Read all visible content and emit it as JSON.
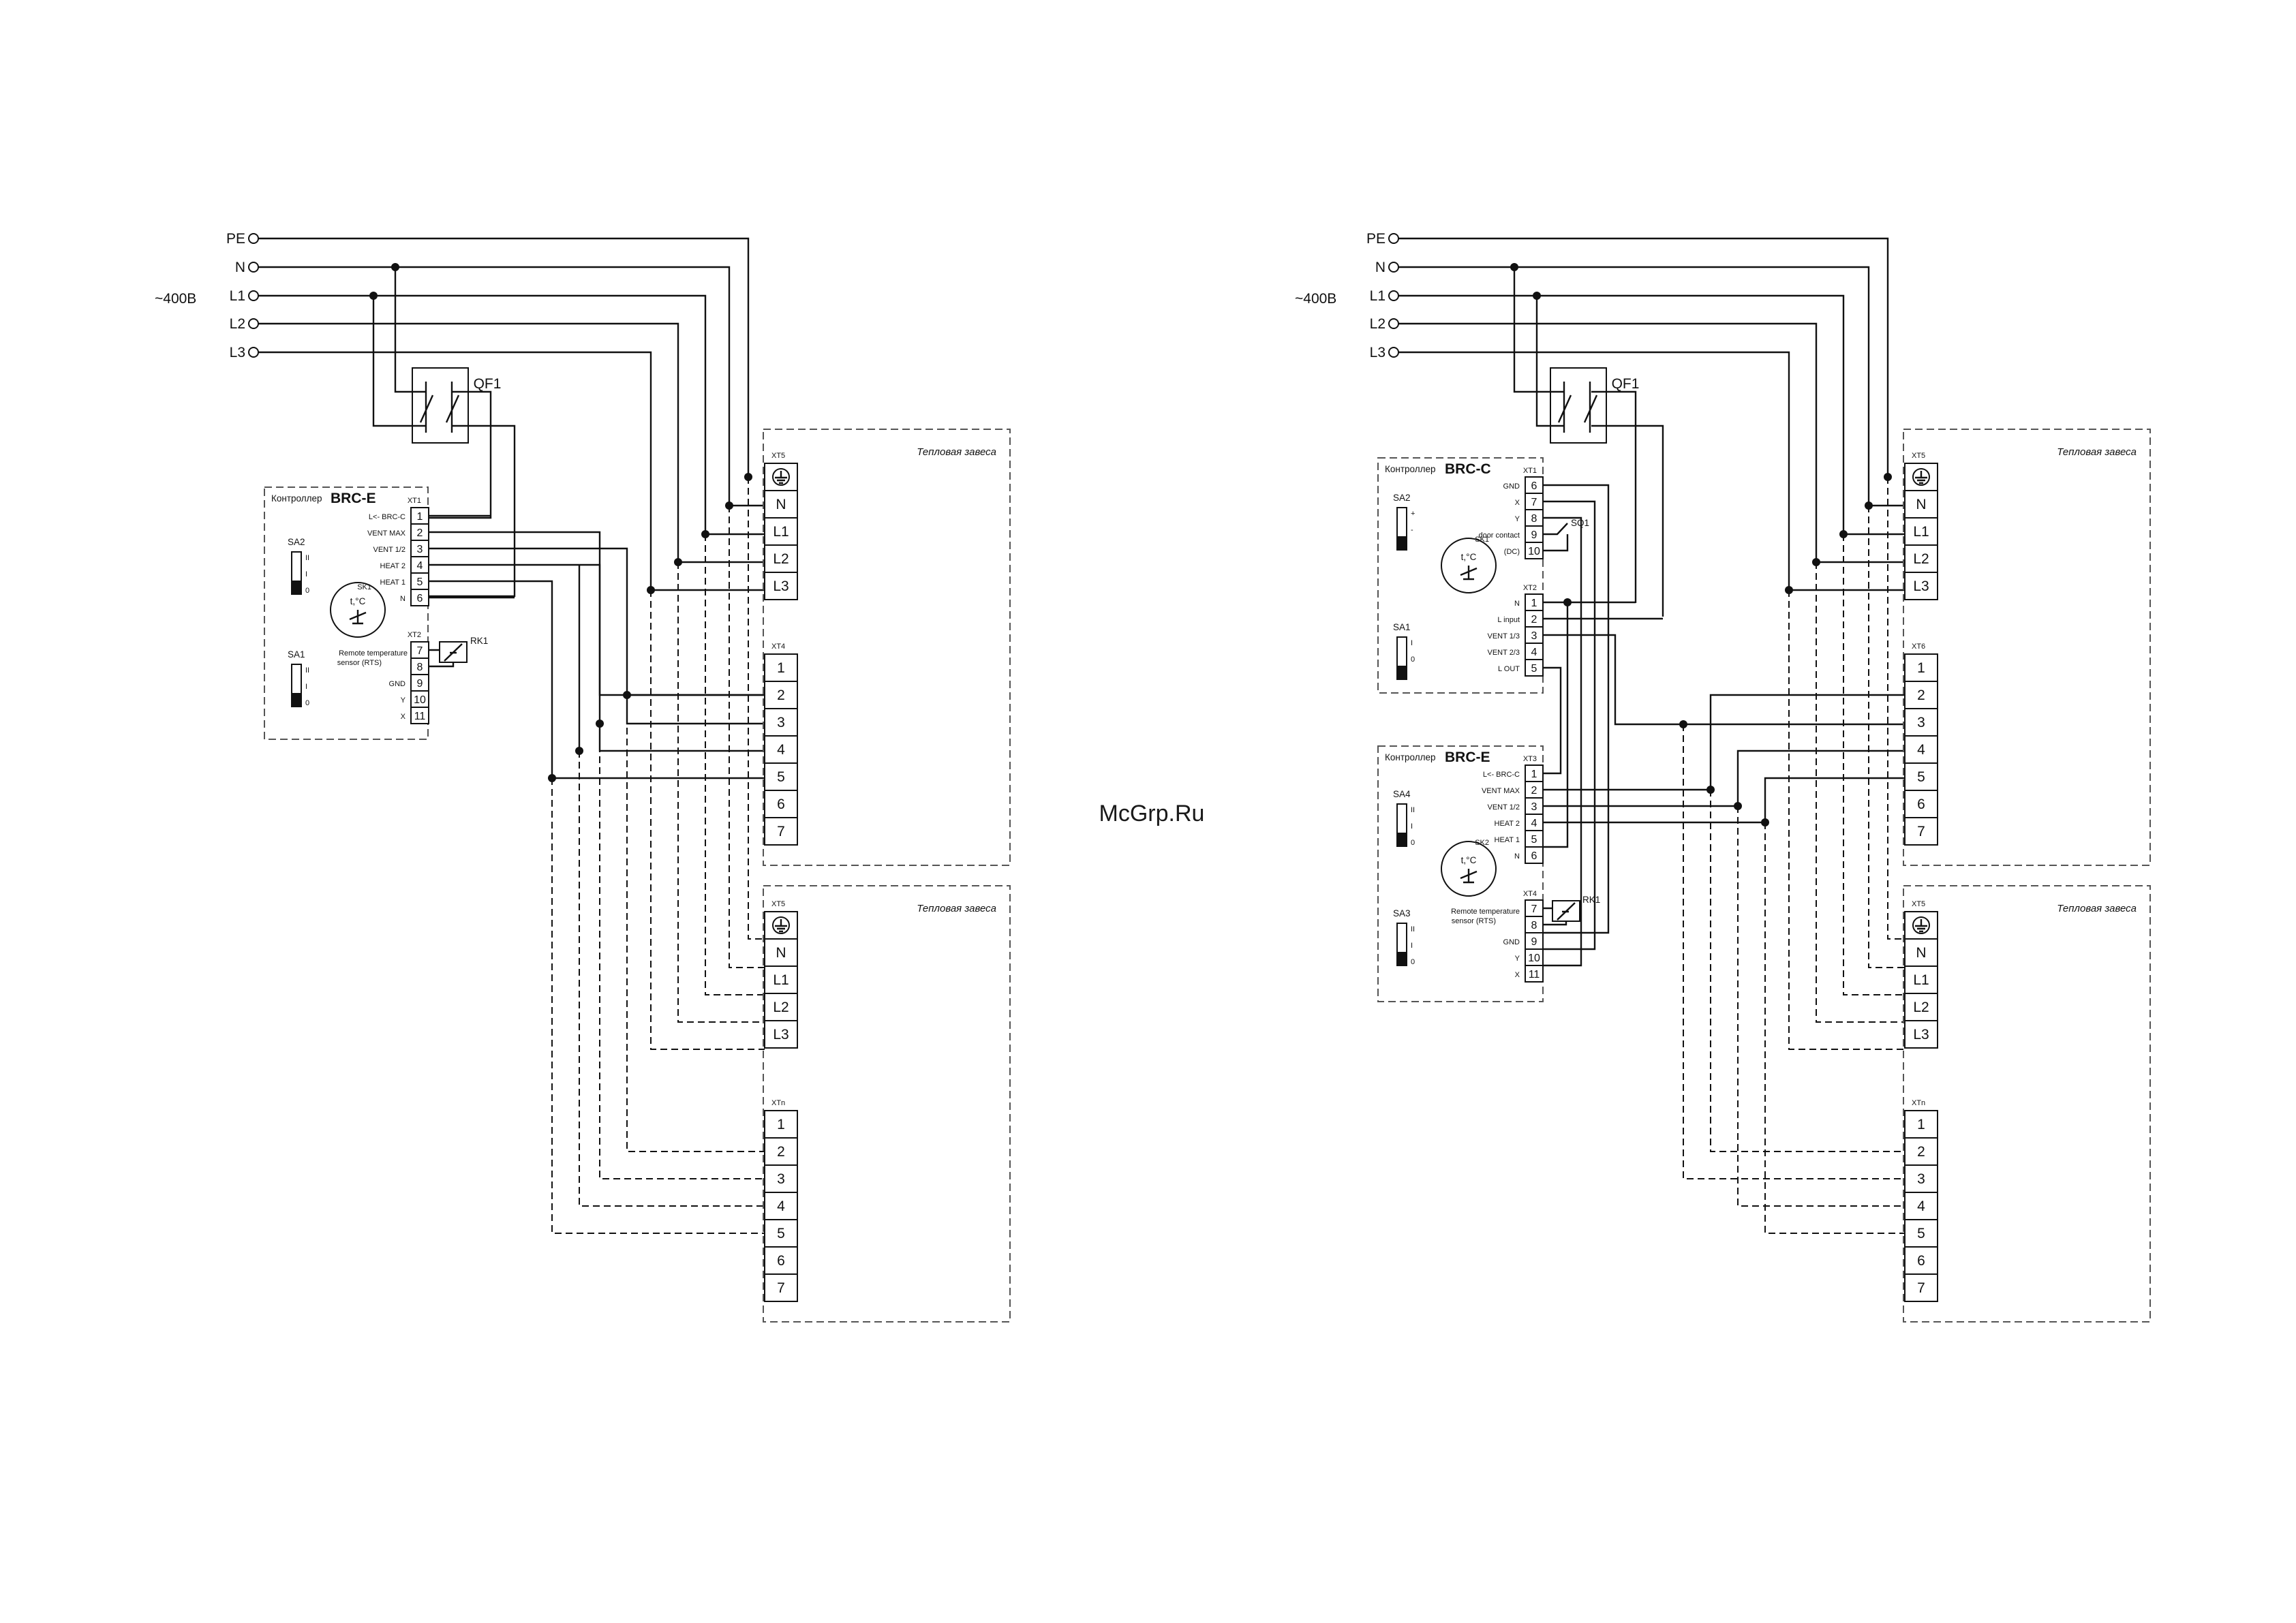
{
  "voltage_label": "~400В",
  "supply_lines": [
    "PE",
    "N",
    "L1",
    "L2",
    "L3"
  ],
  "breaker": "QF1",
  "controller_prefix": "Контроллер",
  "curtain_label": "Тепловая завеса",
  "watermark": "McGrp.Ru",
  "left": {
    "controller_name": "BRC-E",
    "xt1": {
      "name": "XT1",
      "rows": [
        {
          "label": "L<- BRC-C",
          "num": "1"
        },
        {
          "label": "VENT MAX",
          "num": "2"
        },
        {
          "label": "VENT 1/2",
          "num": "3"
        },
        {
          "label": "HEAT 2",
          "num": "4"
        },
        {
          "label": "HEAT 1",
          "num": "5"
        },
        {
          "label": "N",
          "num": "6"
        }
      ]
    },
    "xt2": {
      "name": "XT2",
      "rows": [
        {
          "label": "",
          "num": "7"
        },
        {
          "label": "",
          "num": "8"
        },
        {
          "label": "GND",
          "num": "9"
        },
        {
          "label": "Y",
          "num": "10"
        },
        {
          "label": "X",
          "num": "11"
        }
      ]
    },
    "sk1": "SK1",
    "sensor_symbol": "t,°C",
    "rts_label": [
      "Remote temperature",
      "sensor (RTS)"
    ],
    "rk1": "RK1",
    "switches": [
      {
        "name": "SA2",
        "marks": [
          "II",
          "I",
          "0"
        ]
      },
      {
        "name": "SA1",
        "marks": [
          "II",
          "I",
          "0"
        ]
      }
    ],
    "unit1": {
      "xt5": "XT5",
      "xt4": "XT4"
    },
    "unit2": {
      "xt5": "XT5",
      "xtn": "XTn"
    }
  },
  "right": {
    "controller_c": {
      "name": "BRC-C",
      "xt1": {
        "name": "XT1",
        "rows": [
          {
            "label": "GND",
            "num": "6"
          },
          {
            "label": "X",
            "num": "7"
          },
          {
            "label": "Y",
            "num": "8"
          },
          {
            "label": "door contact",
            "num": "9"
          },
          {
            "label": "(DC)",
            "num": "10"
          }
        ]
      },
      "xt2": {
        "name": "XT2",
        "rows": [
          {
            "label": "N",
            "num": "1"
          },
          {
            "label": "L input",
            "num": "2"
          },
          {
            "label": "VENT 1/3",
            "num": "3"
          },
          {
            "label": "VENT 2/3",
            "num": "4"
          },
          {
            "label": "L OUT",
            "num": "5"
          }
        ]
      },
      "sk1": "SK1",
      "sq1": "SQ1",
      "switches": [
        {
          "name": "SA2",
          "marks": [
            "+",
            "-"
          ]
        },
        {
          "name": "SA1",
          "marks": [
            "I",
            "0"
          ]
        }
      ]
    },
    "controller_e": {
      "name": "BRC-E",
      "xt3": {
        "name": "XT3",
        "rows": [
          {
            "label": "L<- BRC-C",
            "num": "1"
          },
          {
            "label": "VENT MAX",
            "num": "2"
          },
          {
            "label": "VENT 1/2",
            "num": "3"
          },
          {
            "label": "HEAT 2",
            "num": "4"
          },
          {
            "label": "HEAT 1",
            "num": "5"
          },
          {
            "label": "N",
            "num": "6"
          }
        ]
      },
      "xt4": {
        "name": "XT4",
        "rows": [
          {
            "label": "",
            "num": "7"
          },
          {
            "label": "",
            "num": "8"
          },
          {
            "label": "GND",
            "num": "9"
          },
          {
            "label": "Y",
            "num": "10"
          },
          {
            "label": "X",
            "num": "11"
          }
        ]
      },
      "sk2": "SK2",
      "rk1": "RK1",
      "rts_label": [
        "Remote temperature",
        "sensor (RTS)"
      ],
      "switches": [
        {
          "name": "SA4",
          "marks": [
            "II",
            "I",
            "0"
          ]
        },
        {
          "name": "SA3",
          "marks": [
            "II",
            "I",
            "0"
          ]
        }
      ]
    },
    "unit1": {
      "xt5": "XT5",
      "xt6": "XT6"
    },
    "unit2": {
      "xt5": "XT5",
      "xtn": "XTn"
    }
  },
  "power_terms": [
    "N",
    "L1",
    "L2",
    "L3"
  ],
  "control_terms": [
    "1",
    "2",
    "3",
    "4",
    "5",
    "6",
    "7"
  ]
}
